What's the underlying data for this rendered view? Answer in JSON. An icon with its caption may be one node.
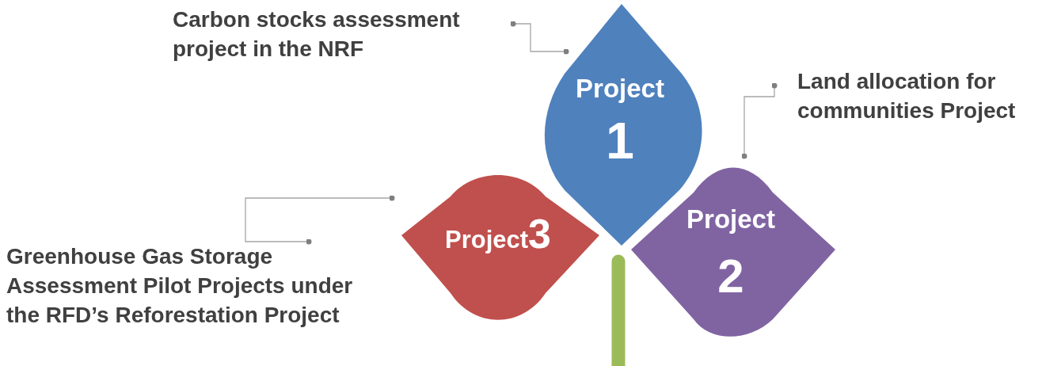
{
  "diagram": {
    "nodes": [
      {
        "text": [
          "Carbon stocks assessment project in the NRF"
        ]
      },
      {
        "text": [
          "Project",
          "1"
        ]
      },
      {
        "text": [
          "Land allocation for communities Project"
        ]
      },
      {
        "text": [
          "Project",
          "3"
        ]
      },
      {
        "text": [
          "Project",
          "2"
        ]
      },
      {
        "text": [
          "Greenhouse Gas Storage Assessment Pilot Projects under the RFD’s Reforestation Project"
        ]
      }
    ],
    "edges": [
      {
        "from": 0,
        "to": 1,
        "arrow": "other"
      },
      {
        "from": 2,
        "to": 4,
        "arrow": "other"
      },
      {
        "from": 5,
        "to": 3,
        "arrow": "other"
      }
    ]
  }
}
